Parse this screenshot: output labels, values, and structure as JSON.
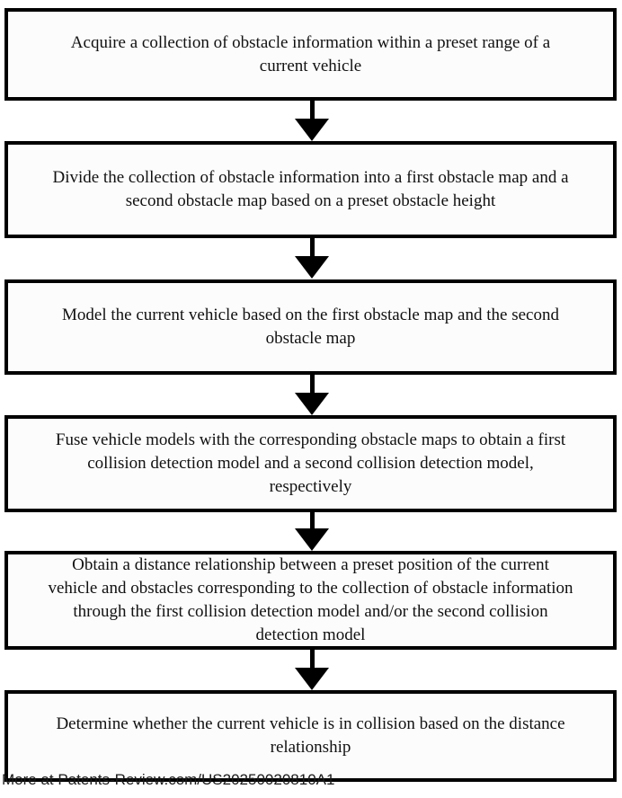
{
  "figure": {
    "type": "flowchart",
    "steps": [
      {
        "label": "Acquire a collection of obstacle information within a preset range of a\ncurrent vehicle"
      },
      {
        "label": "Divide the collection of obstacle information into a first obstacle map and a\nsecond obstacle map based on a preset obstacle height"
      },
      {
        "label": "Model the current vehicle based on the first obstacle map and the second\nobstacle map"
      },
      {
        "label": "Fuse vehicle models with the corresponding obstacle maps to obtain a first\ncollision detection model and a second collision detection model,\nrespectively"
      },
      {
        "label": "Obtain a distance relationship between a preset position of the current\nvehicle and obstacles corresponding to the collection of obstacle information\nthrough the first collision detection model and/or the second collision\ndetection model"
      },
      {
        "label": "Determine whether the current vehicle is in collision based on the distance\nrelationship"
      }
    ],
    "watermark": "More at Patents-Review.com/US20250020810A1",
    "colors": {
      "border": "#000000",
      "page_background": "#ffffff",
      "box_fill": "#fcfcfc",
      "text": "#111111"
    }
  }
}
